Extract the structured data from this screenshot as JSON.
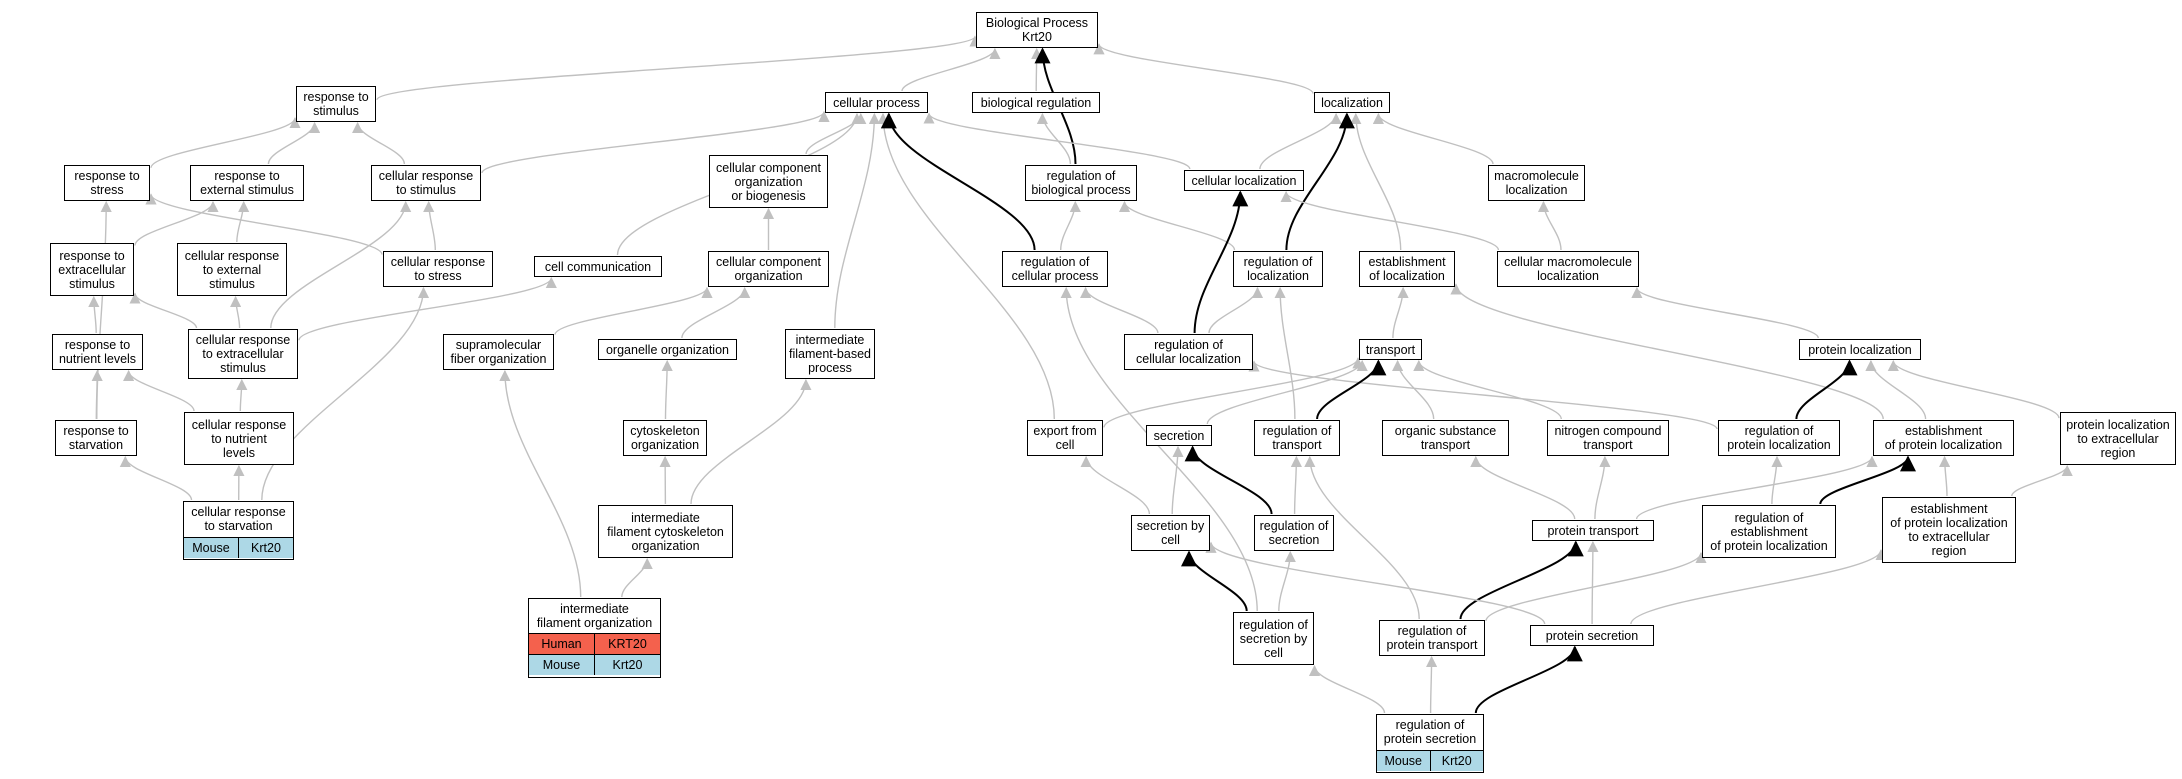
{
  "nodes": [
    {
      "id": "root",
      "label": "Biological Process\nKrt20"
    },
    {
      "id": "response_to_stimulus",
      "label": "response to\nstimulus"
    },
    {
      "id": "cellular_process",
      "label": "cellular process"
    },
    {
      "id": "biological_regulation",
      "label": "biological regulation"
    },
    {
      "id": "localization",
      "label": "localization"
    },
    {
      "id": "response_to_stress",
      "label": "response to\nstress"
    },
    {
      "id": "response_to_external_stimulus",
      "label": "response to\nexternal stimulus"
    },
    {
      "id": "cellular_response_to_stimulus",
      "label": "cellular response\nto stimulus"
    },
    {
      "id": "ccob",
      "label": "cellular component\norganization\nor biogenesis"
    },
    {
      "id": "regulation_of_biological_process",
      "label": "regulation of\nbiological process"
    },
    {
      "id": "cellular_localization",
      "label": "cellular localization"
    },
    {
      "id": "macromolecule_localization",
      "label": "macromolecule\nlocalization"
    },
    {
      "id": "response_to_extracellular_stimulus",
      "label": "response to\nextracellular\nstimulus"
    },
    {
      "id": "cellular_response_to_external_stimulus",
      "label": "cellular response\nto external\nstimulus"
    },
    {
      "id": "cellular_response_to_stress",
      "label": "cellular response\nto stress"
    },
    {
      "id": "cell_communication",
      "label": "cell communication"
    },
    {
      "id": "cellular_component_organization",
      "label": "cellular component\norganization"
    },
    {
      "id": "regulation_of_cellular_process",
      "label": "regulation of\ncellular process"
    },
    {
      "id": "regulation_of_localization",
      "label": "regulation of\nlocalization"
    },
    {
      "id": "establishment_of_localization",
      "label": "establishment\nof localization"
    },
    {
      "id": "cellular_macromolecule_localization",
      "label": "cellular macromolecule\nlocalization"
    },
    {
      "id": "response_to_nutrient_levels",
      "label": "response to\nnutrient levels"
    },
    {
      "id": "cellular_response_to_extracellular_stimulus",
      "label": "cellular response\nto extracellular\nstimulus"
    },
    {
      "id": "supramolecular_fiber_organization",
      "label": "supramolecular\nfiber organization"
    },
    {
      "id": "organelle_organization",
      "label": "organelle organization"
    },
    {
      "id": "intermediate_filament_based_process",
      "label": "intermediate\nfilament-based\nprocess"
    },
    {
      "id": "regulation_of_cellular_localization",
      "label": "regulation of\ncellular localization"
    },
    {
      "id": "transport",
      "label": "transport"
    },
    {
      "id": "protein_localization",
      "label": "protein localization"
    },
    {
      "id": "response_to_starvation",
      "label": "response to\nstarvation"
    },
    {
      "id": "cellular_response_to_nutrient_levels",
      "label": "cellular response\nto nutrient\nlevels"
    },
    {
      "id": "cytoskeleton_organization",
      "label": "cytoskeleton\norganization"
    },
    {
      "id": "export_from_cell",
      "label": "export from\ncell"
    },
    {
      "id": "secretion",
      "label": "secretion"
    },
    {
      "id": "regulation_of_transport",
      "label": "regulation of\ntransport"
    },
    {
      "id": "organic_substance_transport",
      "label": "organic substance\ntransport"
    },
    {
      "id": "nitrogen_compound_transport",
      "label": "nitrogen compound\ntransport"
    },
    {
      "id": "regulation_of_protein_localization",
      "label": "regulation of\nprotein localization"
    },
    {
      "id": "establishment_of_protein_localization",
      "label": "establishment\nof protein localization"
    },
    {
      "id": "protein_localization_to_extracellular_region",
      "label": "protein localization\nto extracellular\nregion"
    },
    {
      "id": "intermediate_filament_cytoskeleton_organization",
      "label": "intermediate\nfilament cytoskeleton\norganization"
    },
    {
      "id": "secretion_by_cell",
      "label": "secretion by\ncell"
    },
    {
      "id": "regulation_of_secretion",
      "label": "regulation of\nsecretion"
    },
    {
      "id": "protein_transport",
      "label": "protein transport"
    },
    {
      "id": "regulation_of_establishment_of_protein_localization",
      "label": "regulation of\nestablishment\nof protein localization"
    },
    {
      "id": "establishment_of_protein_localization_to_extracellular_region",
      "label": "establishment\nof protein localization\nto extracellular\nregion"
    },
    {
      "id": "regulation_of_secretion_by_cell",
      "label": "regulation of\nsecretion by\ncell"
    },
    {
      "id": "regulation_of_protein_transport",
      "label": "regulation of\nprotein transport"
    },
    {
      "id": "protein_secretion",
      "label": "protein secretion"
    }
  ],
  "tables": [
    {
      "id": "cellular_response_to_starvation",
      "label": "cellular response\nto starvation",
      "rows": [
        {
          "species": "Mouse",
          "gene": "Krt20",
          "color": "#add8e6"
        }
      ]
    },
    {
      "id": "intermediate_filament_organization",
      "label": "intermediate\nfilament organization",
      "rows": [
        {
          "species": "Human",
          "gene": "KRT20",
          "color": "#f4614d"
        },
        {
          "species": "Mouse",
          "gene": "Krt20",
          "color": "#add8e6"
        }
      ]
    },
    {
      "id": "regulation_of_protein_secretion",
      "label": "regulation of\nprotein secretion",
      "rows": [
        {
          "species": "Mouse",
          "gene": "Krt20",
          "color": "#add8e6"
        }
      ]
    }
  ],
  "edge_colors": {
    "normal": "#c0c0c0",
    "highlight": "#000000"
  }
}
